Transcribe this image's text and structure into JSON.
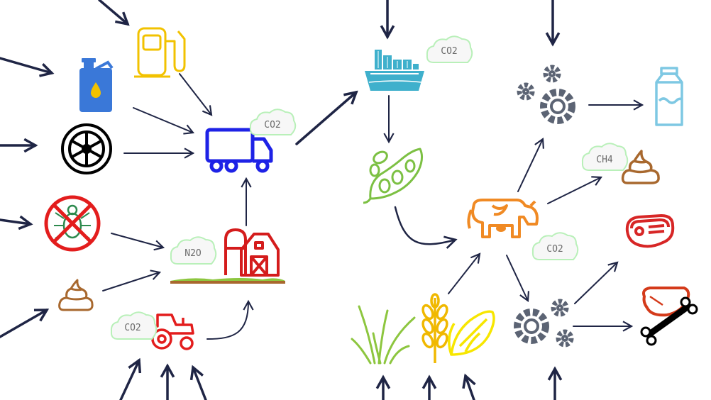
{
  "clouds": {
    "co2_truck": "CO2",
    "co2_ship": "CO2",
    "n2o_farm": "N2O",
    "co2_tractor": "CO2",
    "ch4_cow": "CH4",
    "co2_cow": "CO2"
  },
  "colors": {
    "arrow": "#1f2545",
    "fuel_pump": "#f2c200",
    "oil_can": "#3a78d8",
    "tire": "#000000",
    "pesticide": "#e31d1d",
    "manure": "#a8682e",
    "truck": "#1e22e6",
    "barn": "#d41c1c",
    "tractor": "#e31d1d",
    "ship": "#3fb0cc",
    "soy": "#7cc043",
    "cow": "#f08a24",
    "gears": "#5c6474",
    "milk": "#7ec8e3",
    "meat": "#d72626",
    "liver": "#d43a1a",
    "grass": "#8dc63f",
    "wheat": "#f0b800",
    "corn": "#f7e600"
  }
}
